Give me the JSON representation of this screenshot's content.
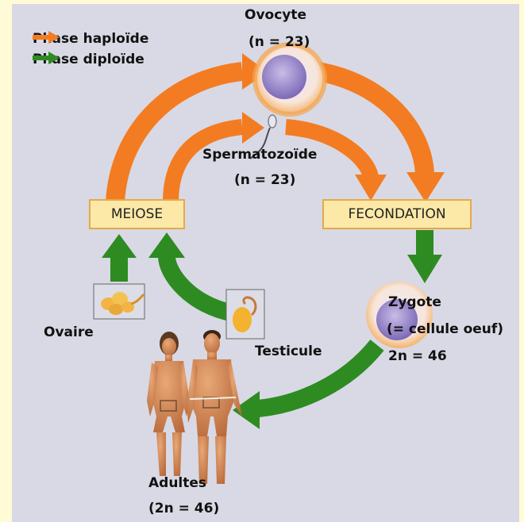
{
  "legend": {
    "haploid": {
      "label": "Phase haploïde",
      "color": "#f37c22"
    },
    "diploid": {
      "label": "Phase diploïde",
      "color": "#2e8b22"
    }
  },
  "labels": {
    "ovocyte": "Ovocyte",
    "ovocyte_n": "(n = 23)",
    "spermatozoide": "Spermatozoïde",
    "spermatozoide_n": "(n = 23)",
    "meiose": "MEIOSE",
    "fecondation": "FECONDATION",
    "zygote": "Zygote",
    "zygote_sub": "(= cellule oeuf)",
    "zygote_n": "2n = 46",
    "ovaire": "Ovaire",
    "testicule": "Testicule",
    "adultes": "Adultes",
    "adultes_n": "(2n = 46)"
  }
}
